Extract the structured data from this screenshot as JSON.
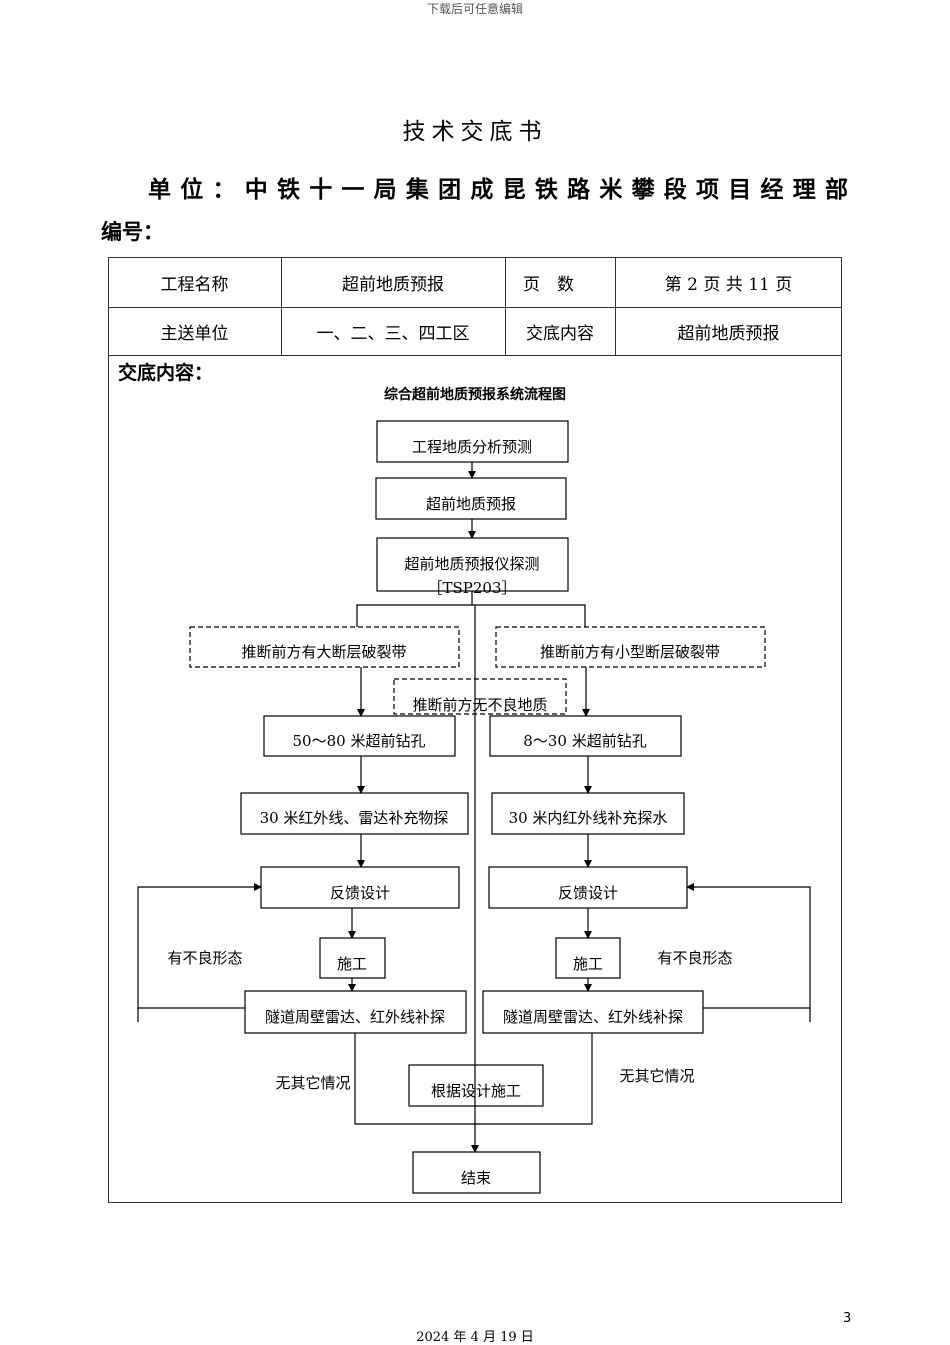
{
  "header_note": "下载后可任意编辑",
  "doc_title": "技术交底书",
  "unit_line": "单位：中铁十一局集团成昆铁路米攀段项目经理部",
  "code_label": "编号：",
  "table": {
    "row1": {
      "label1": "工程名称",
      "value1": "超前地质预报",
      "label2": "页　数",
      "value2": "第 2 页  共 11 页"
    },
    "row2": {
      "label1": "主送单位",
      "value1": "一、二、三、四工区",
      "label2": "交底内容",
      "value2": "超前地质预报"
    }
  },
  "content_label": "交底内容：",
  "flow": {
    "title": "综合超前地质预报系统流程图",
    "n1": "工程地质分析预测",
    "n2": "超前地质预报",
    "n3_line1": "超前地质预报仪探测",
    "n3_line2": "［TSP203］",
    "left_branch": "推断前方有大断层破裂带",
    "right_branch": "推断前方有小型断层破裂带",
    "middle_branch": "推断前方无不良地质",
    "left_drill": "50～80 米超前钻孔",
    "right_drill": "8～30 米超前钻孔",
    "left_probe": "30 米红外线、雷达补充物探",
    "right_probe": "30 米内红外线补充探水",
    "left_feedback": "反馈设计",
    "right_feedback": "反馈设计",
    "left_construct": "施工",
    "right_construct": "施工",
    "left_wall": "隧道周壁雷达、红外线补探",
    "right_wall": "隧道周壁雷达、红外线补探",
    "left_bad": "有不良形态",
    "right_bad": "有不良形态",
    "left_none": "无其它情况",
    "right_none": "无其它情况",
    "design_construct": "根据设计施工",
    "end": "结束"
  },
  "footer": {
    "page_number": "3",
    "date": "2024 年 4 月 19 日"
  }
}
